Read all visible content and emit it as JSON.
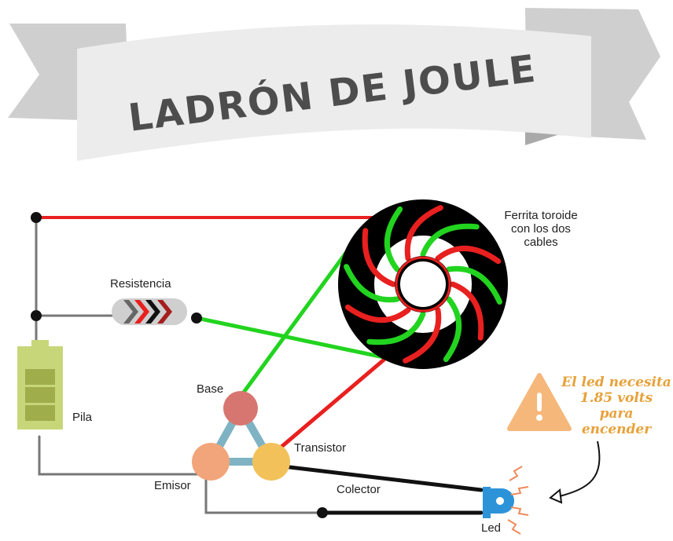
{
  "title": "LADRÓN DE JOULE",
  "labels": {
    "resistencia": "Resistencia",
    "ferrita_line1": "Ferrita toroide",
    "ferrita_line2": "con los dos",
    "ferrita_line3": "cables",
    "pila": "Pila",
    "base": "Base",
    "transistor": "Transistor",
    "emisor": "Emisor",
    "colector": "Colector",
    "led": "Led"
  },
  "warning": {
    "line1": "El led necesita",
    "line2": "1.85 volts para",
    "line3": "encender",
    "icon": "warning-triangle-icon"
  },
  "colors": {
    "positive_wire": "#e8201f",
    "coil_wire": "#22d41f",
    "ground_wire": "#777777",
    "collector_wire": "#111111",
    "battery": "#c8d67a",
    "base_node": "#d77670",
    "emitter_node": "#f2a57a",
    "collector_node": "#f2c15a",
    "transistor_frame": "#7fb3c3",
    "warning": "#f5b77a",
    "warning_text": "#e7a13a",
    "led": "#2d93d8"
  }
}
